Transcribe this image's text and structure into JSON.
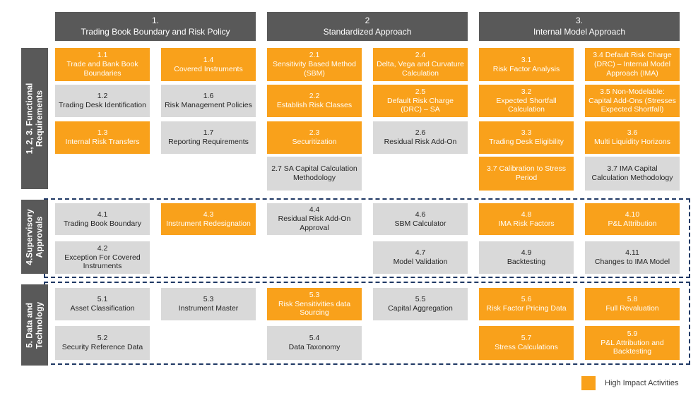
{
  "colors": {
    "high_impact": "#F9A11B",
    "standard_box": "#D9D9D9",
    "header_bar": "#595959",
    "dashed_outline": "#1F3864"
  },
  "columns": [
    {
      "num": "1.",
      "title": "Trading Book Boundary and Risk Policy"
    },
    {
      "num": "2",
      "title": "Standardized Approach"
    },
    {
      "num": "3.",
      "title": "Internal Model Approach"
    }
  ],
  "row_groups": [
    {
      "lines": [
        "1, 2, 3. Functional",
        "Requirements"
      ]
    },
    {
      "lines": [
        "4.Supervisory",
        "Approvals"
      ]
    },
    {
      "lines": [
        "5. Data and",
        "Technology"
      ]
    }
  ],
  "boxes": [
    {
      "num": "1.1",
      "title": "Trade and Bank Book Boundaries",
      "col": 0,
      "row": "A",
      "impact": true,
      "inline": false
    },
    {
      "num": "1.4",
      "title": "Covered Instruments",
      "col": 1,
      "row": "A",
      "impact": true,
      "inline": false
    },
    {
      "num": "2.1",
      "title": "Sensitivity Based Method (SBM)",
      "col": 2,
      "row": "A",
      "impact": true,
      "inline": false
    },
    {
      "num": "2.4",
      "title": "Delta, Vega and Curvature Calculation",
      "col": 3,
      "row": "A",
      "impact": true,
      "inline": false
    },
    {
      "num": "3.1",
      "title": "Risk Factor Analysis",
      "col": 4,
      "row": "A",
      "impact": true,
      "inline": false
    },
    {
      "num": "3.4",
      "title": "Default Risk Charge (DRC) – Internal Model Approach (IMA)",
      "col": 5,
      "row": "A",
      "impact": true,
      "inline": true
    },
    {
      "num": "1.2",
      "title": "Trading Desk Identification",
      "col": 0,
      "row": "B",
      "impact": false,
      "inline": false
    },
    {
      "num": "1.6",
      "title": "Risk Management Policies",
      "col": 1,
      "row": "B",
      "impact": false,
      "inline": false
    },
    {
      "num": "2.2",
      "title": "Establish Risk Classes",
      "col": 2,
      "row": "B",
      "impact": true,
      "inline": false
    },
    {
      "num": "2.5",
      "title": "Default Risk Charge (DRC) – SA",
      "col": 3,
      "row": "B",
      "impact": true,
      "inline": false
    },
    {
      "num": "3.2",
      "title": "Expected Shortfall Calculation",
      "col": 4,
      "row": "B",
      "impact": true,
      "inline": false
    },
    {
      "num": "3.5",
      "title": "Non-Modelable: Capital Add-Ons (Stresses Expected Shortfall)",
      "col": 5,
      "row": "B",
      "impact": true,
      "inline": true
    },
    {
      "num": "1.3",
      "title": "Internal Risk Transfers",
      "col": 0,
      "row": "C",
      "impact": true,
      "inline": false
    },
    {
      "num": "1.7",
      "title": "Reporting Requirements",
      "col": 1,
      "row": "C",
      "impact": false,
      "inline": false
    },
    {
      "num": "2.3",
      "title": "Securitization",
      "col": 2,
      "row": "C",
      "impact": true,
      "inline": false
    },
    {
      "num": "2.6",
      "title": "Residual Risk Add-On",
      "col": 3,
      "row": "C",
      "impact": false,
      "inline": false
    },
    {
      "num": "3.3",
      "title": "Trading Desk Eligibility",
      "col": 4,
      "row": "C",
      "impact": true,
      "inline": false
    },
    {
      "num": "3.6",
      "title": "Multi Liquidity Horizons",
      "col": 5,
      "row": "C",
      "impact": true,
      "inline": false
    },
    {
      "num": "2.7",
      "title": "SA Capital Calculation Methodology",
      "col": 2,
      "row": "D",
      "impact": false,
      "inline": true
    },
    {
      "num": "3.7",
      "title": "Calibration to Stress Period",
      "col": 4,
      "row": "D",
      "impact": true,
      "inline": true
    },
    {
      "num": "3.7",
      "title": "IMA Capital Calculation Methodology",
      "col": 5,
      "row": "D",
      "impact": false,
      "inline": true
    },
    {
      "num": "4.1",
      "title": "Trading Book Boundary",
      "col": 0,
      "row": "E",
      "impact": false,
      "inline": false
    },
    {
      "num": "4.3",
      "title": "Instrument Redesignation",
      "col": 1,
      "row": "E",
      "impact": true,
      "inline": false
    },
    {
      "num": "4.4",
      "title": "Residual Risk Add-On Approval",
      "col": 2,
      "row": "E",
      "impact": false,
      "inline": false
    },
    {
      "num": "4.6",
      "title": "SBM Calculator",
      "col": 3,
      "row": "E",
      "impact": false,
      "inline": false
    },
    {
      "num": "4.8",
      "title": "IMA Risk Factors",
      "col": 4,
      "row": "E",
      "impact": true,
      "inline": false
    },
    {
      "num": "4.10",
      "title": "P&L Attribution",
      "col": 5,
      "row": "E",
      "impact": true,
      "inline": false
    },
    {
      "num": "4.2",
      "title": "Exception For Covered Instruments",
      "col": 0,
      "row": "F",
      "impact": false,
      "inline": false
    },
    {
      "num": "4.7",
      "title": "Model Validation",
      "col": 3,
      "row": "F",
      "impact": false,
      "inline": false
    },
    {
      "num": "4.9",
      "title": "Backtesting",
      "col": 4,
      "row": "F",
      "impact": false,
      "inline": false
    },
    {
      "num": "4.11",
      "title": "Changes to IMA Model",
      "col": 5,
      "row": "F",
      "impact": false,
      "inline": false
    },
    {
      "num": "5.1",
      "title": "Asset Classification",
      "col": 0,
      "row": "G",
      "impact": false,
      "inline": false
    },
    {
      "num": "5.3",
      "title": "Instrument Master",
      "col": 1,
      "row": "G",
      "impact": false,
      "inline": false
    },
    {
      "num": "5.3",
      "title": "Risk Sensitivities data Sourcing",
      "col": 2,
      "row": "G",
      "impact": true,
      "inline": false
    },
    {
      "num": "5.5",
      "title": "Capital Aggregation",
      "col": 3,
      "row": "G",
      "impact": false,
      "inline": false
    },
    {
      "num": "5.6",
      "title": "Risk Factor Pricing Data",
      "col": 4,
      "row": "G",
      "impact": true,
      "inline": false
    },
    {
      "num": "5.8",
      "title": "Full Revaluation",
      "col": 5,
      "row": "G",
      "impact": true,
      "inline": false
    },
    {
      "num": "5.2",
      "title": "Security Reference Data",
      "col": 0,
      "row": "H",
      "impact": false,
      "inline": false
    },
    {
      "num": "5.4",
      "title": "Data Taxonomy",
      "col": 2,
      "row": "H",
      "impact": false,
      "inline": false
    },
    {
      "num": "5.7",
      "title": "Stress Calculations",
      "col": 4,
      "row": "H",
      "impact": true,
      "inline": false
    },
    {
      "num": "5.9",
      "title": "P&L Attribution and Backtesting",
      "col": 5,
      "row": "H",
      "impact": true,
      "inline": false
    }
  ],
  "legend": {
    "label": "High Impact Activities"
  }
}
